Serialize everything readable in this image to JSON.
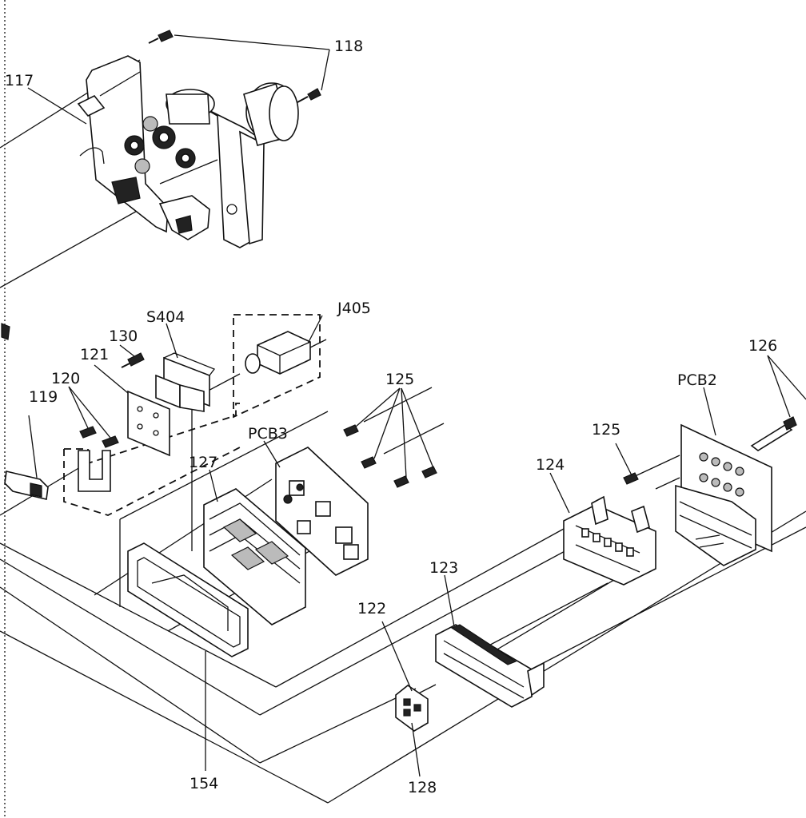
{
  "labels": {
    "l118": "118",
    "l117": "117",
    "lS404": "S404",
    "lJ405": "J405",
    "l130": "130",
    "l121": "121",
    "l120": "120",
    "l119": "119",
    "l125a": "125",
    "lPCB3": "PCB3",
    "l127": "127",
    "l126": "126",
    "lPCB2": "PCB2",
    "l125b": "125",
    "l124": "124",
    "l123": "123",
    "l122": "122",
    "l154": "154",
    "l128": "128"
  },
  "colors": {
    "ink": "#111111",
    "paper": "#ffffff"
  }
}
